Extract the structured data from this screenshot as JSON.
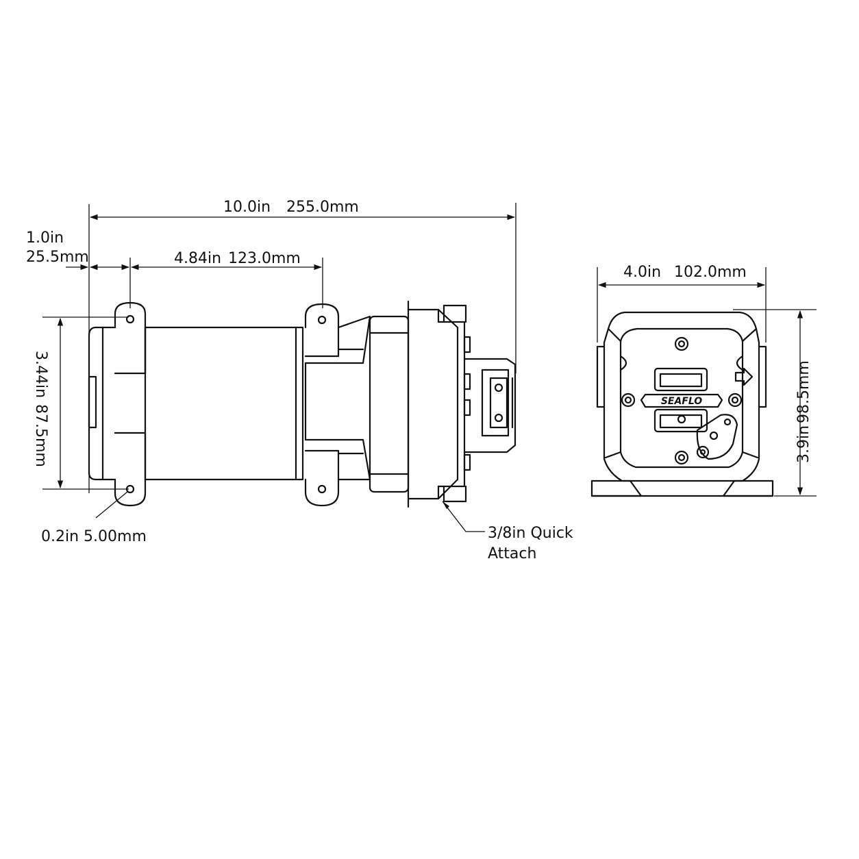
{
  "dimensions": {
    "overall_length": {
      "inch": "10.0in",
      "mm": "255.0mm"
    },
    "flange_offset": {
      "inch": "1.0in",
      "mm": "25.5mm"
    },
    "mount_spacing_length": {
      "inch": "4.84in",
      "mm": "123.0mm"
    },
    "mount_spacing_height": {
      "inch": "3.44in",
      "mm": "87.5mm"
    },
    "mount_hole": {
      "label": "0.2in 5.00mm"
    },
    "front_width": {
      "inch": "4.0in",
      "mm": "102.0mm"
    },
    "front_height": {
      "inch": "3.9in",
      "mm": "98.5mm"
    }
  },
  "callouts": {
    "port_line1": "3/8in Quick",
    "port_line2": "Attach"
  },
  "logo": {
    "text": "SEAFLO"
  }
}
